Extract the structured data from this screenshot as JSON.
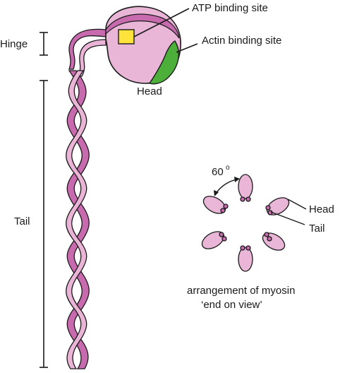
{
  "labels": {
    "hinge": "Hinge",
    "tail": "Tail",
    "head": "Head",
    "atp_site": "ATP binding site",
    "actin_site": "Actin binding site",
    "angle": "60",
    "angle_unit": "o",
    "arr_head": "Head",
    "arr_tail": "Tail",
    "caption_line1": "arrangement of myosin",
    "caption_line2": "‘end on view’"
  },
  "colors": {
    "head_fill": "#e9b6d8",
    "strand_dark": "#c86aae",
    "strand_light": "#eab4d7",
    "atp_site": "#ffe33a",
    "actin_site": "#4caf3a",
    "outline": "#1a1a1a"
  }
}
